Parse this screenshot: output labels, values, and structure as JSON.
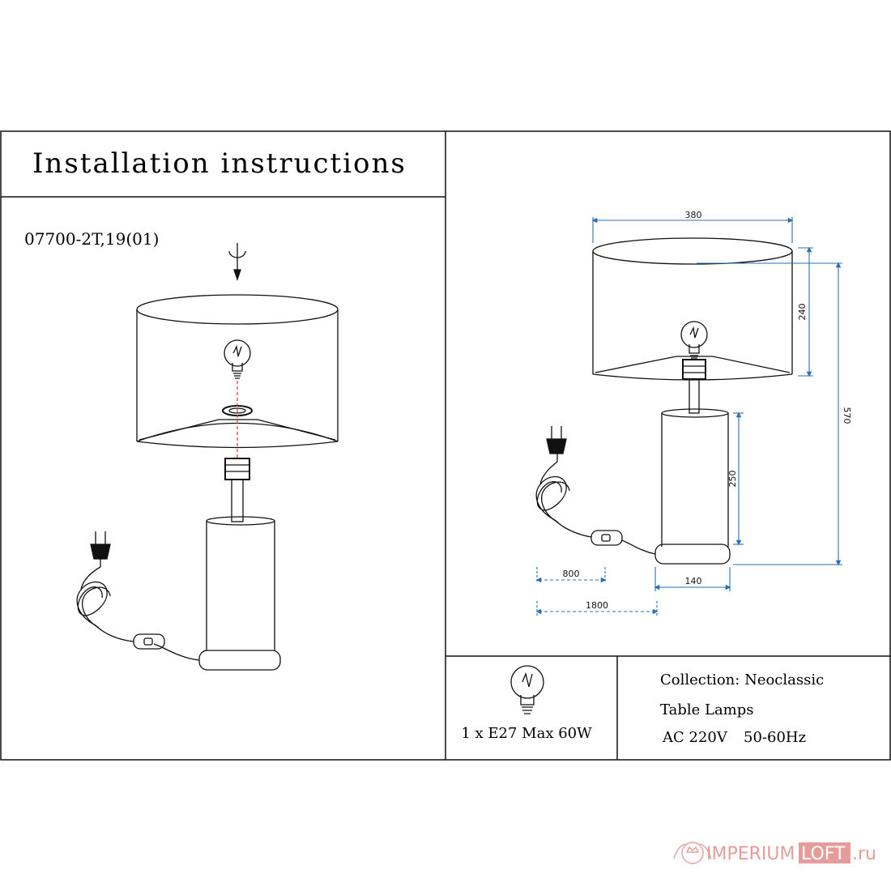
{
  "title": "Installation instructions",
  "model_code": "07700-2T,19(01)",
  "dimensions": {
    "shade_diameter": "380",
    "shade_height": "240",
    "total_height": "570",
    "base_height": "250",
    "cord_to_switch": "800",
    "cord_total": "1800",
    "base_diameter": "140"
  },
  "bulb_spec": "1 x E27 Max 60W",
  "collection": "Collection: Neoclassic",
  "category": "Table Lamps",
  "voltage": "AC 220V",
  "frequency": "50-60Hz",
  "watermark": {
    "part1": "IMPERIUM",
    "part2": "LOFT",
    "part3": ".ru"
  },
  "colors": {
    "line": "#111111",
    "dimension": "#2a6fb5",
    "assembly_axis": "#d23a3a",
    "watermark": "#e07b7b"
  }
}
